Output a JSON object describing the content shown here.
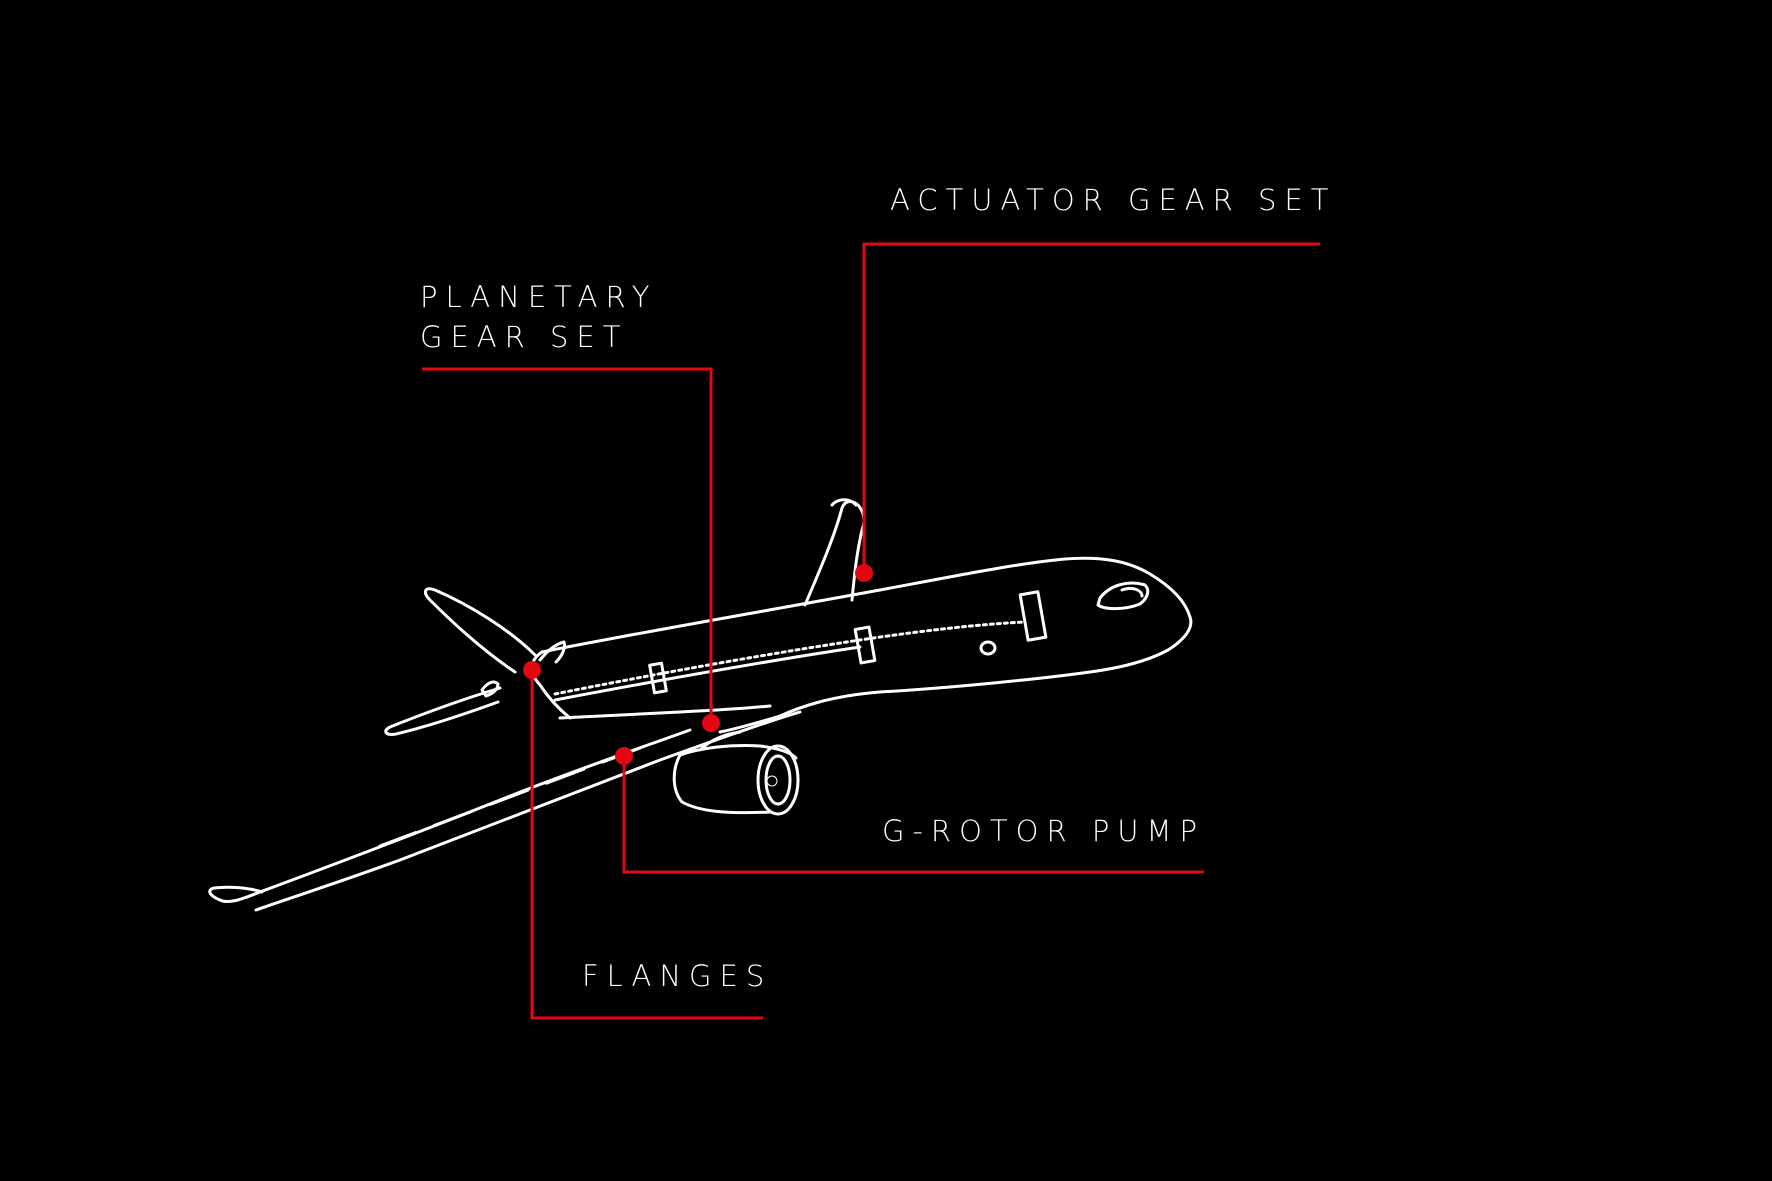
{
  "colors": {
    "background": "#000000",
    "linework": "#ffffff",
    "accent": "#e30613"
  },
  "labels": {
    "actuator": "ACTUATOR GEAR SET",
    "planetary_line1": "PLANETARY",
    "planetary_line2": "GEAR SET",
    "grotor": "G-ROTOR PUMP",
    "flanges": "FLANGES"
  }
}
